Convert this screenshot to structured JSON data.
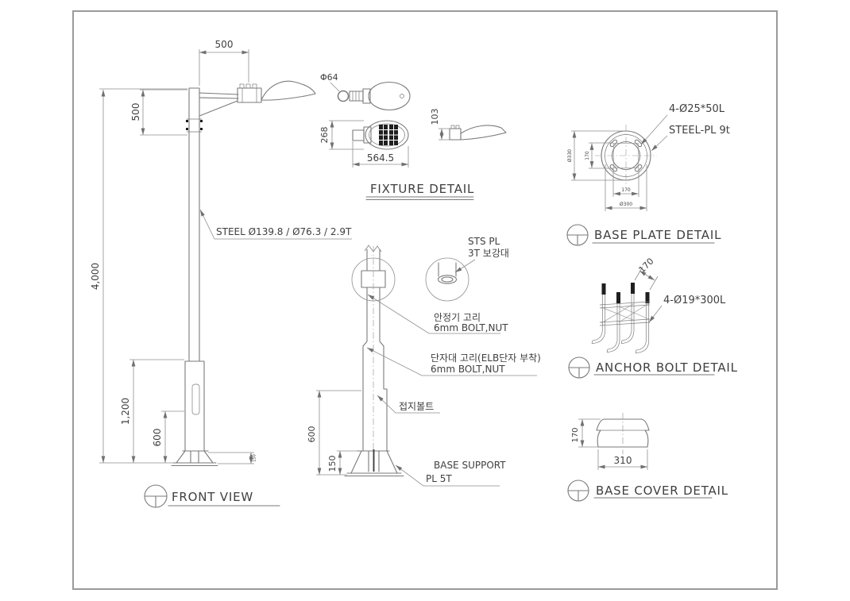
{
  "palette": {
    "line": "#7a7a7a",
    "dim_line": "#8f8f8f",
    "text": "#3f3f3f",
    "frame": "#9a9a9a",
    "led_block": "#1f1f1f"
  },
  "front_view": {
    "title": "FRONT VIEW",
    "dim_arm": "500",
    "dim_top": "500",
    "dim_height": "4,000",
    "dim_base": "1,200",
    "dim_handhole": "600",
    "dim_plate": "150",
    "callout_pole": "STEEL  Ø139.8 / Ø76.3 / 2.9T"
  },
  "fixture_detail": {
    "title": "FIXTURE DETAIL",
    "dim_mount": "Φ64",
    "dim_width": "268",
    "dim_length": "564.5",
    "dim_height": "103"
  },
  "pole_section": {
    "ring_callout_1": "STS  PL",
    "ring_callout_2": "3T 보강대",
    "ballast_callout_1": "안정기 고리",
    "ballast_callout_2": "6mm BOLT,NUT",
    "terminal_callout_1": "단자대 고리(ELB단자 부착)",
    "terminal_callout_2": "6mm BOLT,NUT",
    "ground_callout": "접지볼트",
    "support_callout_1": "BASE SUPPORT",
    "support_callout_2": "PL 5T",
    "dim_height": "600",
    "dim_support": "150"
  },
  "base_plate_detail": {
    "title": "BASE PLATE DETAIL",
    "callout_holes": "4-Ø25*50L",
    "callout_plate": "STEEL-PL 9t",
    "dim_plate_dia": "Ø330",
    "dim_bolt_v": "170",
    "dim_bolt_h": "170",
    "dim_circle": "Ø300"
  },
  "anchor_bolt_detail": {
    "title": "ANCHOR BOLT DETAIL",
    "dim_spacing": "170",
    "callout_bolts": "4-Ø19*300L"
  },
  "base_cover_detail": {
    "title": "BASE COVER DETAIL",
    "dim_height": "170",
    "dim_width": "310"
  }
}
